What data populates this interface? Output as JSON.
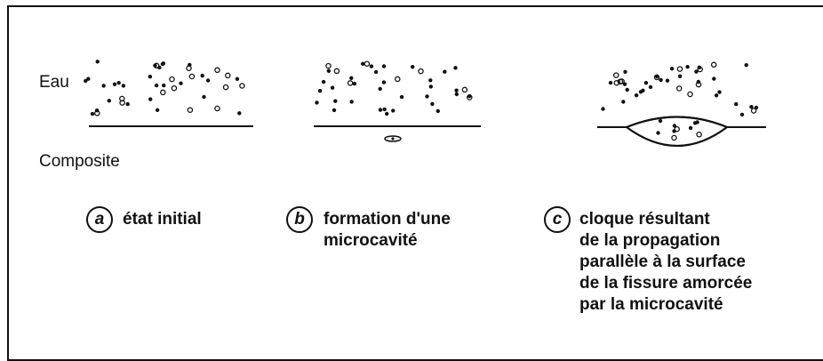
{
  "labels": {
    "water": "Eau",
    "composite": "Composite"
  },
  "stages": [
    {
      "letter": "a",
      "caption": "état initial"
    },
    {
      "letter": "b",
      "caption": "formation d'une\nmicrocavité"
    },
    {
      "letter": "c",
      "caption": "cloque résultant\nde la propagation\nparallèle à la surface\nde la fissure amorcée\npar la microcavité"
    }
  ],
  "colors": {
    "ink": "#111111",
    "background": "#ffffff"
  }
}
